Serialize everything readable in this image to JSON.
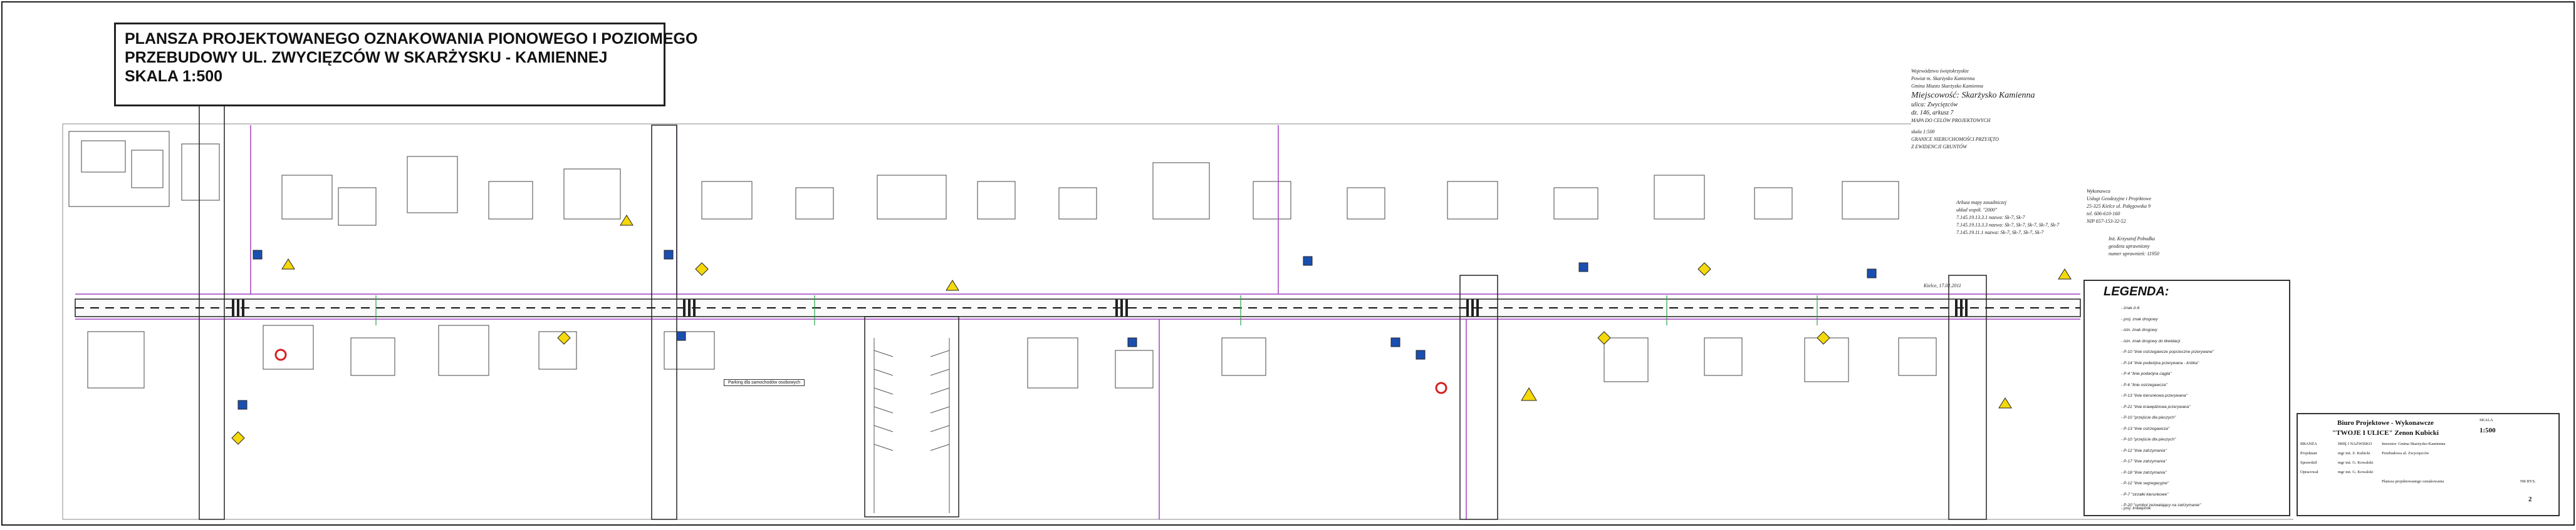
{
  "title": {
    "line1": "PLANSZA PROJEKTOWANEGO OZNAKOWANIA PIONOWEGO I POZIOMEGO",
    "line2": "PRZEBUDOWY UL. ZWYCIĘZCÓW  W SKARŻYSKU - KAMIENNEJ",
    "line3": "SKALA 1:500"
  },
  "map_info": {
    "voivodeship": "Województwo świętokrzyskie",
    "county": "Powiat m. Skarżysko Kamienna",
    "commune": "Gmina Miasto Skarżysko Kamienna",
    "locality": "Miejscowość: Skarżysko Kamienna",
    "street": "ulica: Zwycięzców",
    "parcel": "dz. 146, arkusz 7",
    "map_type": "MAPA DO CELÓW PROJEKTOWYCH",
    "scale": "skala 1:500",
    "boundaries_1": "GRANICE NIERUCHOMOŚCI PRZYJĘTO",
    "boundaries_2": "Z EWIDENCJI GRUNTÓW"
  },
  "contractor": {
    "line1": "Wykonawca",
    "line2": "Usługi Geodezyjne i Projektowe",
    "line3": "25-325 Kielce ul. Pałęgowska 9",
    "line4": "tel. 606-610-160",
    "line5": "NIP 657-153-32-52"
  },
  "archive": {
    "line1": "Arkusz mapy zasadniczej",
    "line2": "układ współ. \"2000\"",
    "line3": "7.145.19.13.3.1 nazwa: Sk-7, Sk-7",
    "line4": "7.145.19.13.3.3 nazwa: Sk-7, Sk-7, Sk-7, Sk-7, Sk-7",
    "line5": "7.145.19.11.1 nazwa: Sk-7, Sk-7, Sk-7, Sk-7"
  },
  "surveyor": {
    "line1": "Inż. Krzysztof Pobudka",
    "line2": "geodeta uprawniony",
    "line3": "numer uprawnień: 11950"
  },
  "date_note": "Kielce, 17.02.2011",
  "legend": {
    "title": "LEGENDA:",
    "items": [
      "- znak A-6",
      "- proj. znak drogowy",
      "- istn. znak drogowy",
      "- istn. znak drogowy do likwidacji",
      "- P-10 \"linie ostrzegawcze poprzeczne przerywane\"",
      "- P-14 \"linie podwójna przerywana - krótka\"",
      "- P-4 \"linie podwójna ciągła\"",
      "- P-6 \"linie ostrzegawcza\"",
      "- P-13 \"linie kierunkowa przerywana\"",
      "- P-21 \"linie krawędziowa przerywana\"",
      "- P-10 \"przejście dla pieszych\"",
      "- P-13 \"linie ostrzegawcza\"",
      "- P-10 \"przejście dla pieszych\"",
      "- P-12 \"linie zatrzymania\"",
      "- P-17 \"linie zatrzymania\"",
      "- P-18 \"linie zatrzymania\"",
      "- P-12 \"linie segregacyjne\"",
      "- P-7 \"strzałki kierunkowe\"",
      "- P-20 \"symbol zezwalający na zatrzymanie\"",
      "- proj. krawężnik"
    ]
  },
  "stamp": {
    "firm_line1": "Biuro Projektowe - Wykonawcze",
    "firm_line2": "\"TWOJE I ULICE\" Zenon Kubicki",
    "role_header": "BRANŻA",
    "name_header": "IMIĘ I NAZWISKO",
    "rows": [
      {
        "role": "Projektant",
        "name": "mgr inż. Z. Kubicki"
      },
      {
        "role": "Sprawdził",
        "name": "mgr inż. G. Kowalski"
      },
      {
        "role": "Opracował",
        "name": "mgr inż. G. Kowalski"
      }
    ],
    "investor": "Inwestor: Gmina Skarżysko-Kamienna",
    "object": "Przebudowa ul. Zwycięzców",
    "drawing_title": "Plansza projektowanego oznakowania",
    "scale_label": "SKALA",
    "scale_value": "1:500",
    "sheet_label": "NR RYS.",
    "sheet_number": "2"
  },
  "street_label": "Parking dla samochodów osobowych"
}
